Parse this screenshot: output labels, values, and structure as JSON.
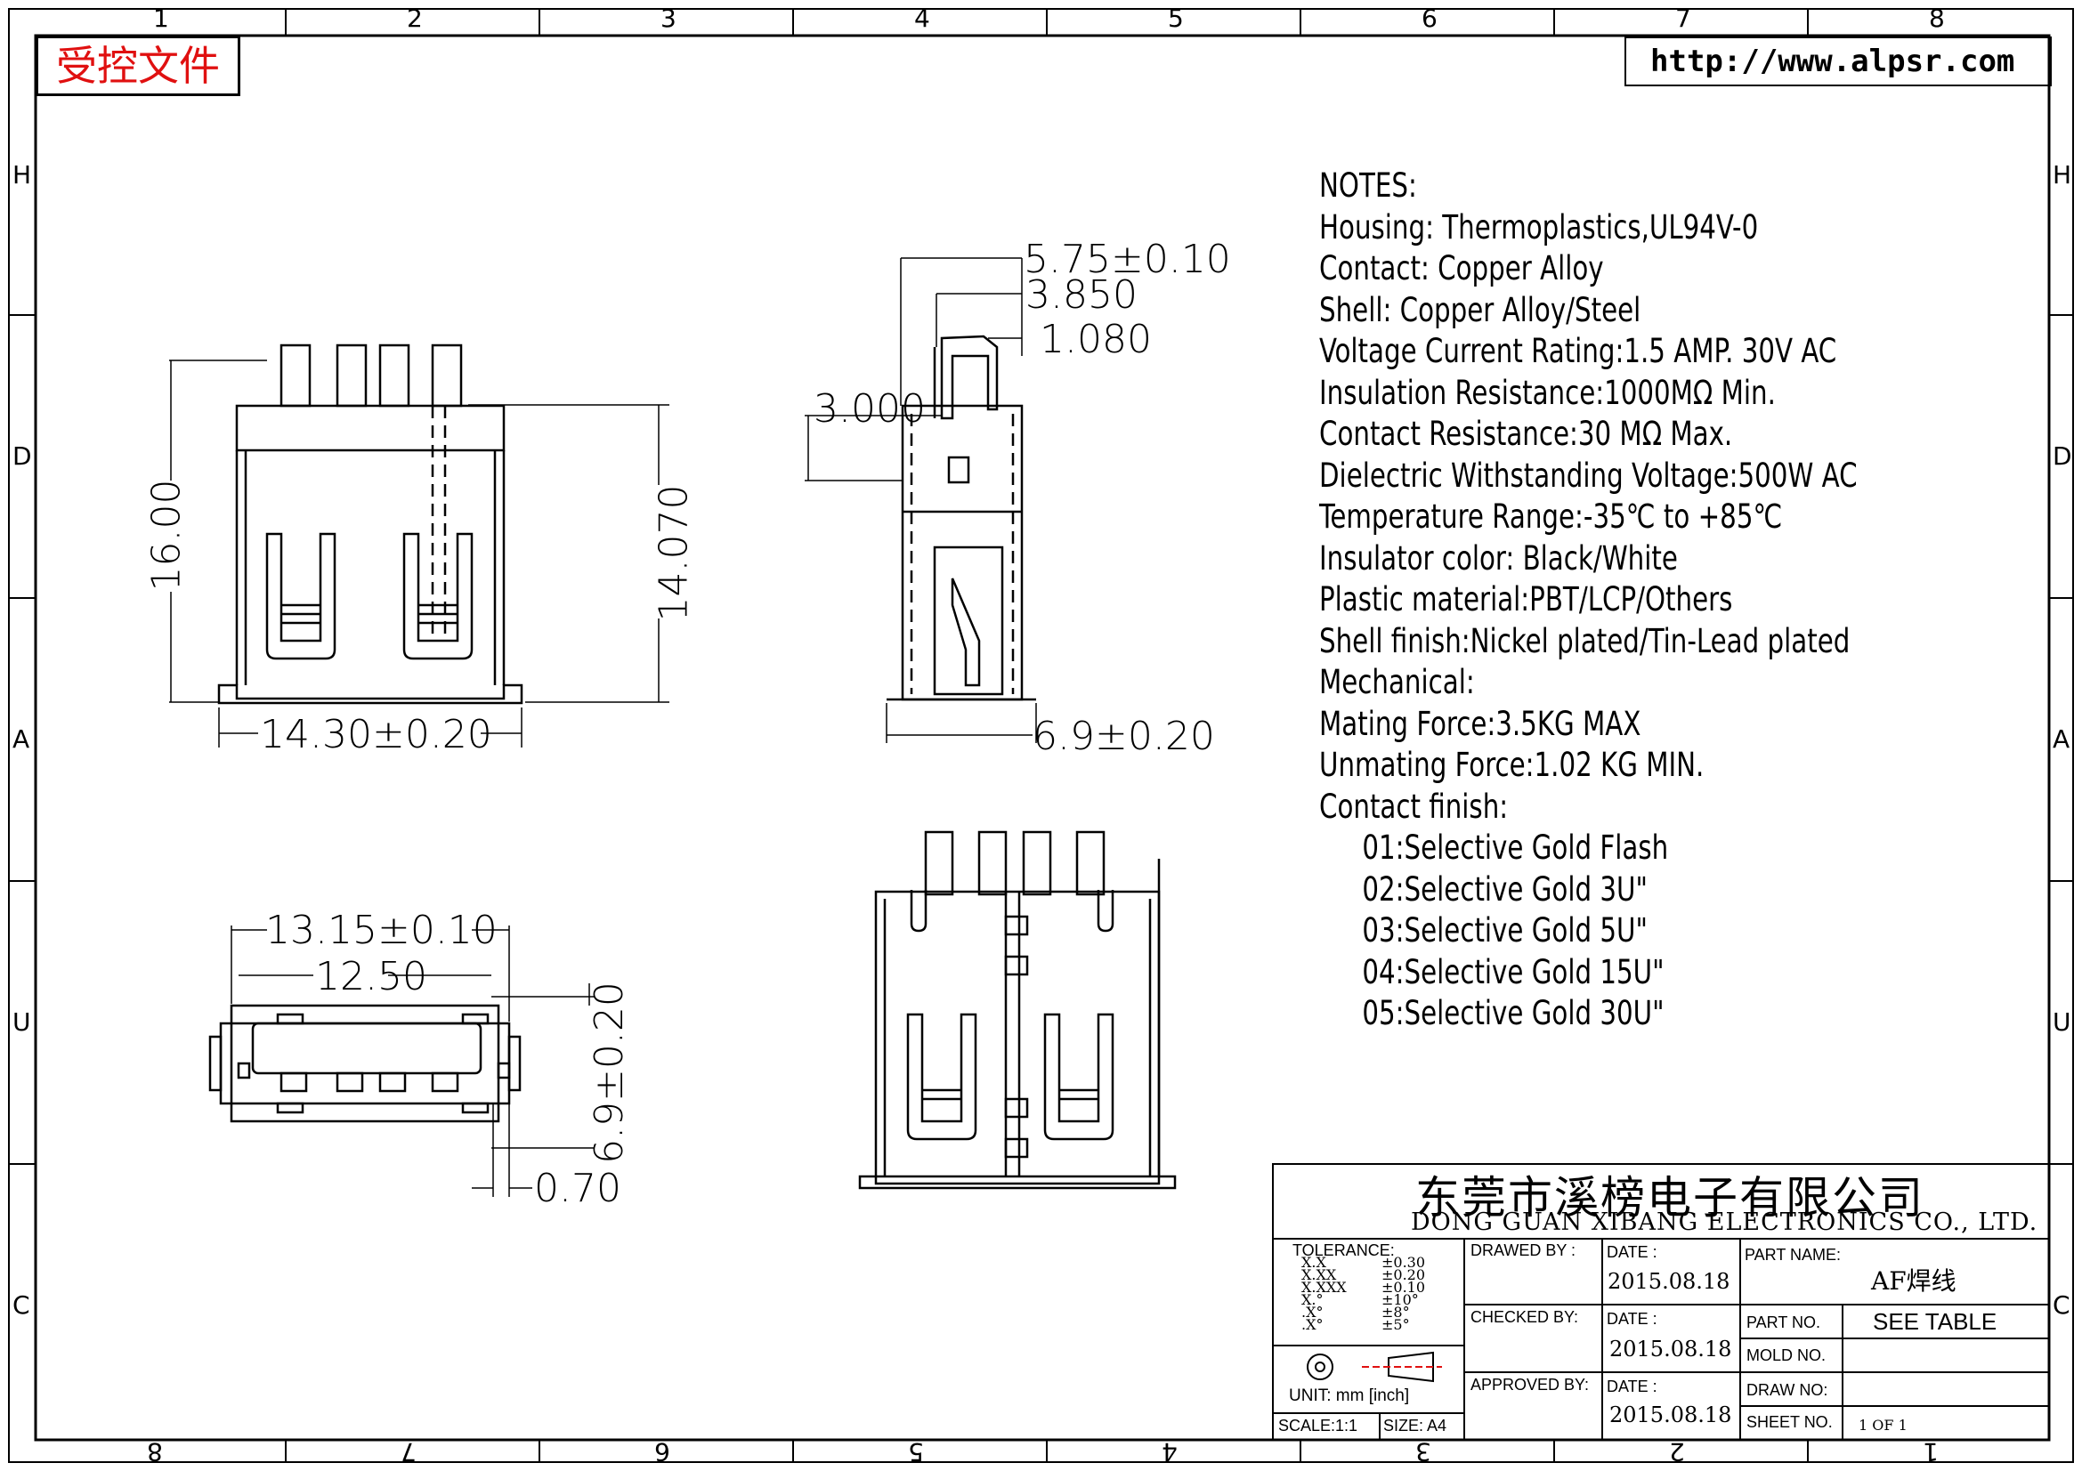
{
  "frame": {
    "zones_top": [
      "1",
      "2",
      "3",
      "4",
      "5",
      "6",
      "7",
      "8"
    ],
    "zones_bottom": [
      "8",
      "7",
      "6",
      "5",
      "4",
      "3",
      "2",
      "1"
    ],
    "zones_side": [
      "H",
      "D",
      "A",
      "U",
      "C"
    ]
  },
  "header": {
    "controlled_doc": "受控文件",
    "url": "http://www.alpsr.com"
  },
  "notes": {
    "title": "NOTES:",
    "lines": [
      "Housing:  Thermoplastics,UL94V-0",
      "Contact:  Copper Alloy",
      "Shell:  Copper Alloy/Steel",
      "Voltage Current Rating:1.5 AMP. 30V AC",
      "Insulation Resistance:1000MΩ Min.",
      "Contact Resistance:30 MΩ Max.",
      "Dielectric Withstanding Voltage:500W AC",
      "Temperature Range:-35℃ to +85℃",
      "Insulator color: Black/White",
      "Plastic material:PBT/LCP/Others",
      "Shell finish:Nickel plated/Tin-Lead plated",
      "Mechanical:",
      "Mating Force:3.5KG MAX",
      "Unmating Force:1.02 KG MIN.",
      "Contact finish:"
    ],
    "finishes": [
      "01:Selective Gold Flash",
      "02:Selective Gold 3U\"",
      "03:Selective Gold 5U\"",
      "04:Selective Gold 15U\"",
      "05:Selective Gold 30U\""
    ]
  },
  "dimensions": {
    "front_height": "16.00",
    "front_inner_height": "14.070",
    "front_width": "14.30±0.20",
    "side_top": "5.75±0.10",
    "side_mid": "3.850",
    "side_small": "1.080",
    "side_pin": "3.000",
    "side_depth": "6.9±0.20",
    "port_outer_width": "13.15±0.10",
    "port_inner_width": "12.50",
    "port_height": "6.9±0.20",
    "port_gap": "0.70"
  },
  "title_block": {
    "company_cn": "东莞市溪榜电子有限公司",
    "company_en": "DONG GUAN XIBANG ELECTRONICS CO., LTD.",
    "tolerance_label": "TOLERANCE:",
    "tol_keys": [
      "X.X",
      "X.XX",
      "X.XXX",
      "X.°",
      ".X°",
      ".X°"
    ],
    "tol_vals": [
      "±0.30",
      "±0.20",
      "±0.10",
      "±10°",
      "±8°",
      "±5°"
    ],
    "unit_label": "UNIT:  mm  [inch]",
    "scale": "SCALE:1:1",
    "size": "SIZE:  A4",
    "drawn_by": "DRAWED BY :",
    "checked_by": "CHECKED BY:",
    "approved_by": "APPROVED BY:",
    "date_label": "DATE :",
    "dates": [
      "2015.08.18",
      "2015.08.18",
      "2015.08.18"
    ],
    "part_name_label": "PART NAME:",
    "part_name": "AF焊线",
    "part_no_label": "PART NO.",
    "part_no": "SEE TABLE",
    "mold_no_label": "MOLD NO.",
    "draw_no_label": "DRAW NO:",
    "sheet_no_label": "SHEET NO.",
    "sheet_no": "1 OF 1"
  },
  "colors": {
    "ink": "#000000",
    "stamp": "#e01010"
  }
}
